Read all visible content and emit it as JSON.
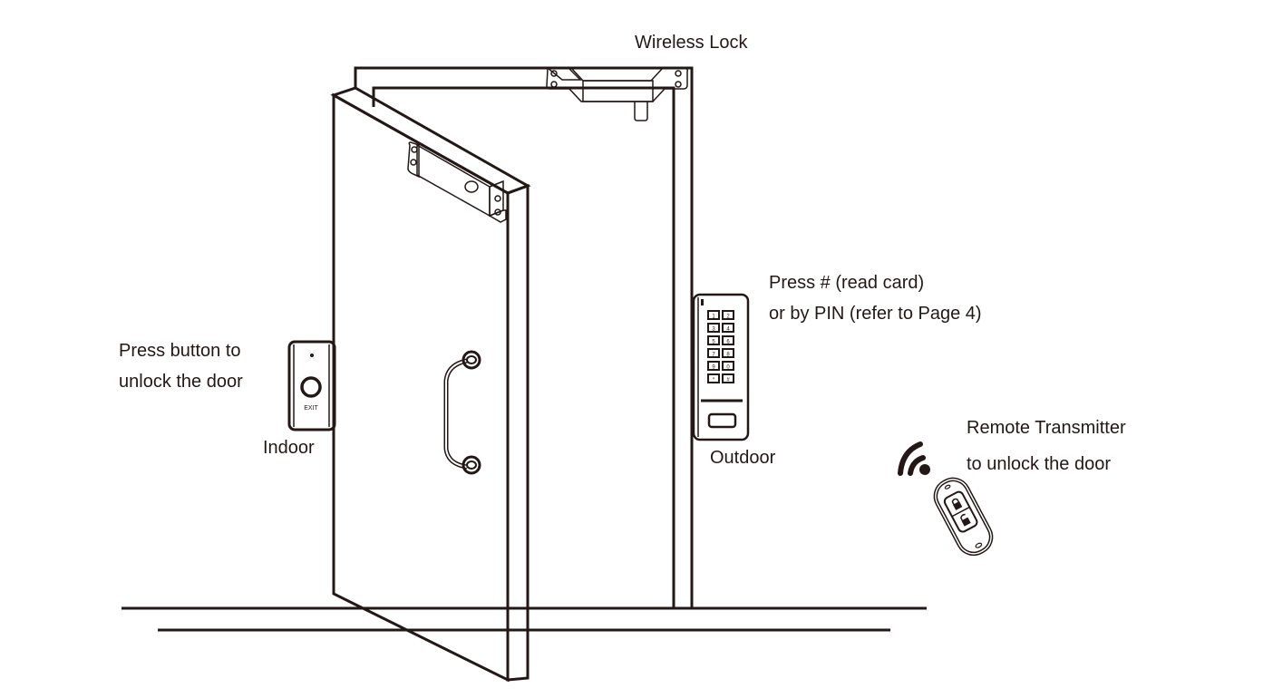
{
  "labels": {
    "wireless_lock": "Wireless Lock",
    "keypad_line1": "Press # (read card)",
    "keypad_line2": "or by PIN (refer to Page 4)",
    "exit_line1": "Press button to",
    "exit_line2": "unlock the door",
    "indoor": "Indoor",
    "outdoor": "Outdoor",
    "remote_line1": "Remote Transmitter",
    "remote_line2": "to unlock the door"
  },
  "exit_button": {
    "text": "EXIT"
  },
  "keypad": {
    "keys": [
      "1",
      "2",
      "3",
      "4",
      "5",
      "6",
      "7",
      "8",
      "9",
      "0",
      "*",
      "#"
    ]
  },
  "icons": {
    "wireless": "wireless-signal-icon",
    "remote_lock": "lock-closed-icon",
    "remote_unlock": "lock-open-icon"
  },
  "colors": {
    "ink": "#231815",
    "background": "#ffffff"
  }
}
